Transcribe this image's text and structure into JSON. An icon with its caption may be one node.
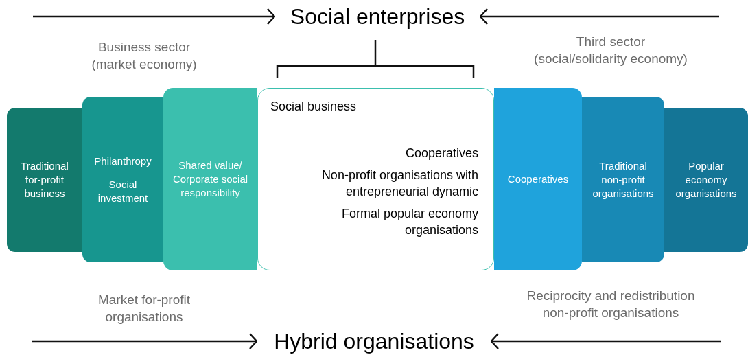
{
  "diagram": {
    "nodes": [
      {
        "text": [
          "Social enterprises"
        ]
      },
      {
        "text": [
          "Hybrid organisations"
        ]
      },
      {
        "text": [
          "Traditional for-profit business"
        ]
      },
      {
        "text": [
          "Philanthropy",
          "Social investment"
        ]
      },
      {
        "text": [
          "Shared value/ Corporate social responsibility"
        ]
      },
      {
        "text": [
          "Social business",
          "Cooperatives",
          "Non-profit organisations with entrepreneurial dynamic",
          "Formal popular economy organisations"
        ]
      },
      {
        "text": [
          "Cooperatives"
        ]
      },
      {
        "text": [
          "Traditional non-profit organisations"
        ]
      },
      {
        "text": [
          "Popular economy organisations"
        ]
      }
    ],
    "edges": [
      {
        "from": null,
        "to": 0,
        "arrow": "to"
      },
      {
        "from": null,
        "to": 0,
        "arrow": "to"
      },
      {
        "from": null,
        "to": 1,
        "arrow": "to"
      },
      {
        "from": null,
        "to": 1,
        "arrow": "to"
      }
    ],
    "labels": [
      "Business sector (market economy)",
      "Third sector (social/solidarity economy)",
      "Market for-profit organisations",
      "Reciprocity and redistribution non-profit organisations"
    ]
  }
}
